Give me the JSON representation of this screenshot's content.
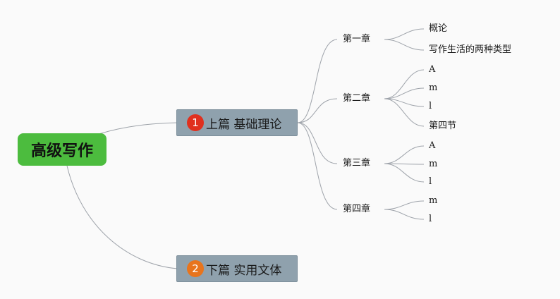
{
  "root": {
    "label": "高级写作",
    "color": "#4cbc3e"
  },
  "part1": {
    "badge": "1",
    "badge_color": "#e0301e",
    "label": "上篇 基础理论",
    "chapters": [
      {
        "label": "第一章",
        "children": [
          "概论",
          "写作生活的两种类型"
        ]
      },
      {
        "label": "第二章",
        "children": [
          "A",
          "m",
          "l",
          "第四节"
        ]
      },
      {
        "label": "第三章",
        "children": [
          "A",
          "m",
          "l"
        ]
      },
      {
        "label": "第四章",
        "children": [
          "m",
          "l"
        ]
      }
    ]
  },
  "part2": {
    "badge": "2",
    "badge_color": "#e8741c",
    "label": "下篇 实用文体"
  },
  "colors": {
    "node_fill": "#8fa1ad",
    "connector": "#9ea3aa",
    "background": "#fafafa"
  }
}
